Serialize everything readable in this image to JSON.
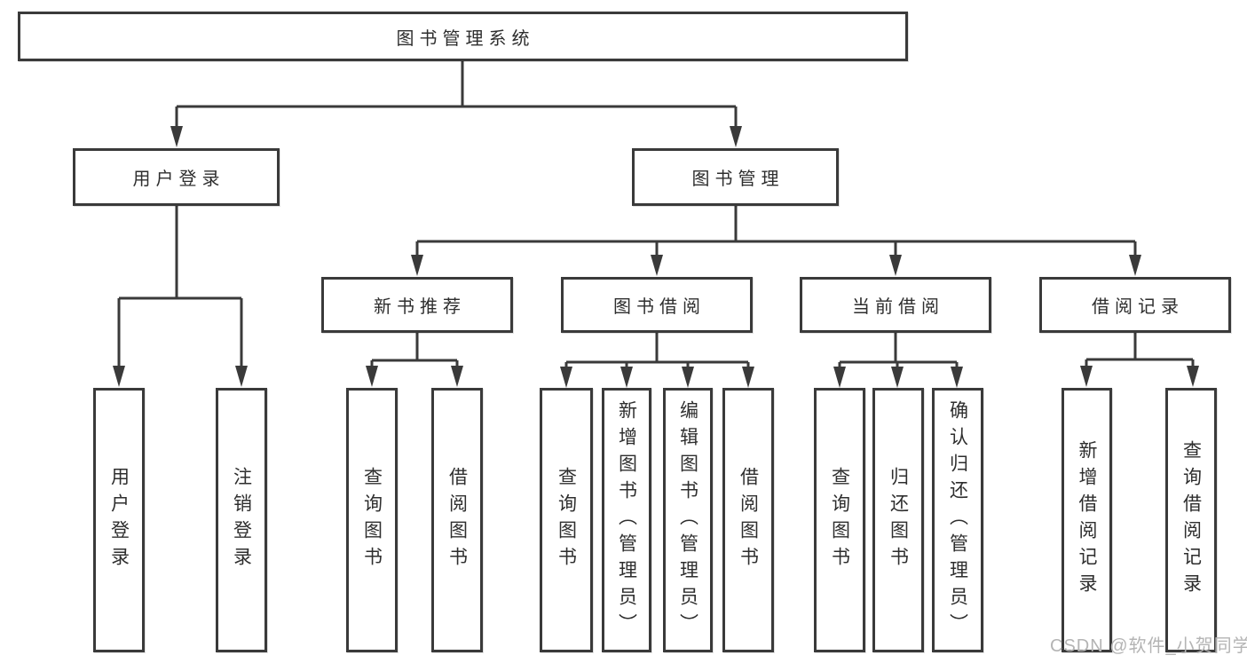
{
  "diagram": {
    "root": {
      "label": "图书管理系统"
    },
    "level2": [
      {
        "label": "用户登录"
      },
      {
        "label": "图书管理"
      }
    ],
    "level3": [
      {
        "label": "新书推荐"
      },
      {
        "label": "图书借阅"
      },
      {
        "label": "当前借阅"
      },
      {
        "label": "借阅记录"
      }
    ],
    "leaves": [
      {
        "label": "用户登录"
      },
      {
        "label": "注销登录"
      },
      {
        "label": "查询图书"
      },
      {
        "label": "借阅图书"
      },
      {
        "label": "查询图书"
      },
      {
        "label": "新增图书（管理员）"
      },
      {
        "label": "编辑图书（管理员）"
      },
      {
        "label": "借阅图书"
      },
      {
        "label": "查询图书"
      },
      {
        "label": "归还图书"
      },
      {
        "label": "确认归还（管理员）"
      },
      {
        "label": "新增借阅记录"
      },
      {
        "label": "查询借阅记录"
      }
    ]
  },
  "watermark": {
    "text": "CSDN @软件_小贺同学"
  },
  "colors": {
    "line": "#3a3a3a",
    "text": "#2e2e2e",
    "watermark": "#b4b4b4",
    "background": "#ffffff"
  }
}
